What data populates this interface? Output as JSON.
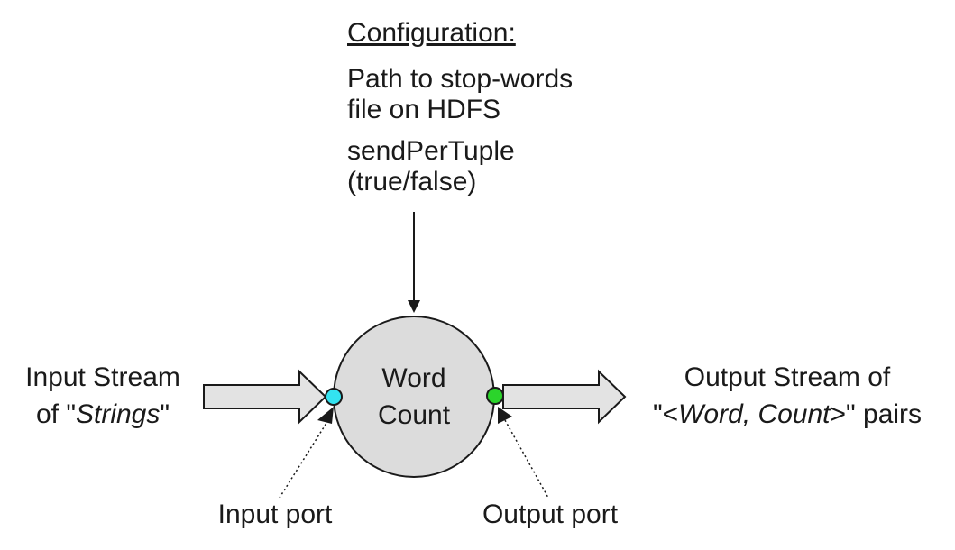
{
  "configuration": {
    "heading": "Configuration:",
    "items": [
      {
        "lines": [
          "Path to stop-words",
          "file on HDFS"
        ]
      },
      {
        "lines": [
          "sendPerTuple",
          "(true/false)"
        ]
      }
    ]
  },
  "node": {
    "lines": [
      "Word",
      "Count"
    ],
    "fill_color": "#dcdcdc"
  },
  "input_stream": {
    "line1": "Input Stream",
    "line2_prefix": "of \"",
    "line2_italic": "Strings",
    "line2_suffix": "\""
  },
  "output_stream": {
    "line1": "Output Stream of",
    "line2_prefix": "\"<",
    "line2_italic": "Word, Count",
    "line2_suffix": ">\" pairs"
  },
  "ports": {
    "input": {
      "label": "Input port",
      "color": "#33e3f0"
    },
    "output": {
      "label": "Output port",
      "color": "#2bd42b"
    }
  },
  "arrow_fill": "#e3e3e3"
}
